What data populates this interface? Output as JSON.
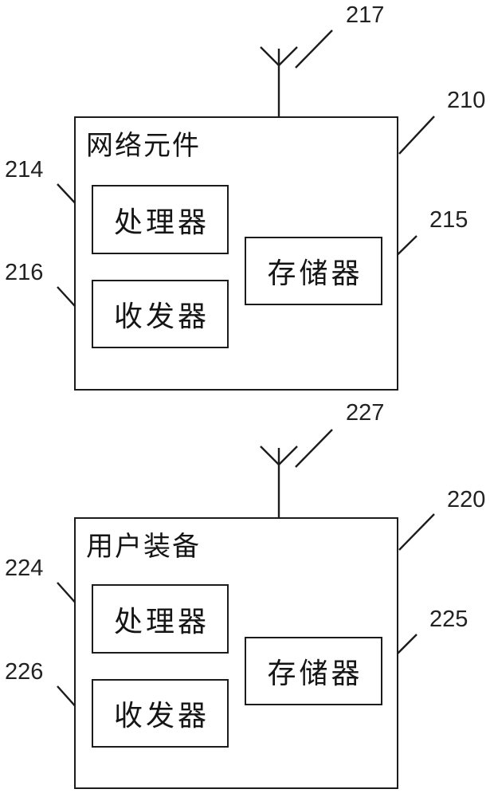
{
  "figure": {
    "colors": {
      "background": "#ffffff",
      "line": "#1c1c1c",
      "text": "#151515"
    },
    "blocks": [
      {
        "ref": "210",
        "title": "网络元件",
        "antenna_ref": "217",
        "components": [
          {
            "ref": "214",
            "label": "处理器"
          },
          {
            "ref": "215",
            "label": "存储器"
          },
          {
            "ref": "216",
            "label": "收发器"
          }
        ]
      },
      {
        "ref": "220",
        "title": "用户装备",
        "antenna_ref": "227",
        "components": [
          {
            "ref": "224",
            "label": "处理器"
          },
          {
            "ref": "225",
            "label": "存储器"
          },
          {
            "ref": "226",
            "label": "收发器"
          }
        ]
      }
    ]
  }
}
